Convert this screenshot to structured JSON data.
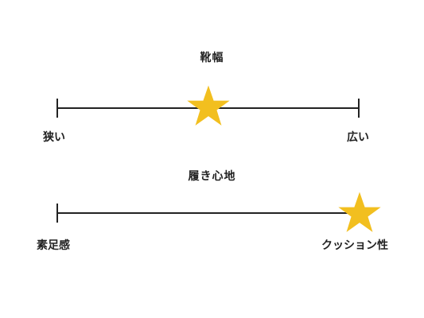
{
  "scales": [
    {
      "title": "靴幅",
      "left_label": "狭い",
      "right_label": "広い",
      "level": 0.5
    },
    {
      "title": "履き心地",
      "left_label": "素足感",
      "right_label": "クッション性",
      "level": 1.0
    }
  ],
  "colors": {
    "line": "#222222",
    "star": "#F2BF1F"
  },
  "marker_icon": "star-icon"
}
